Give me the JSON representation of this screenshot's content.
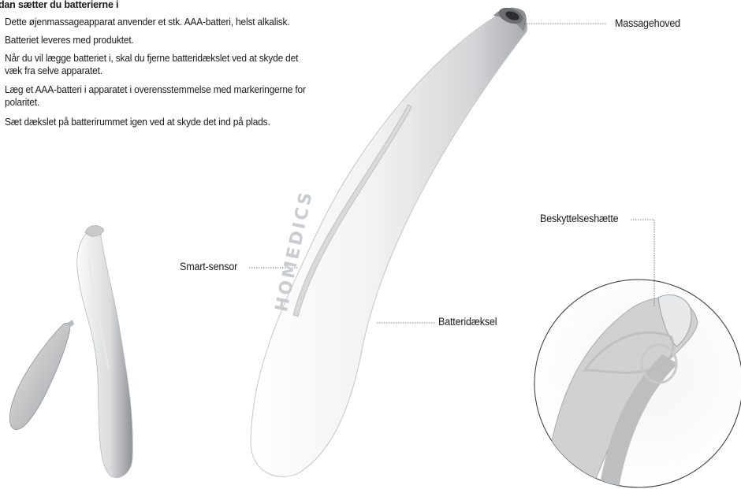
{
  "instructions": {
    "heading": "dan sætter du batterierne i",
    "steps": [
      "Dette øjenmassageapparat anvender et stk. AAA-batteri, helst alkalisk.",
      "Batteriet leveres med produktet.",
      "Når du vil lægge batteriet i, skal du fjerne batteridækslet ved at skyde det væk fra selve apparatet.",
      "Læg et AAA-batteri i apparatet i overensstemmelse med markeringerne for polaritet.",
      "Sæt dækslet på batterirummet igen ved at skyde det ind på plads."
    ]
  },
  "callouts": {
    "massage_head": "Massagehoved",
    "smart_sensor": "Smart-sensor",
    "battery_cover": "Batteridæksel",
    "protective_cap": "Beskyttelseshætte"
  },
  "device": {
    "brand": "HOMEDICS"
  },
  "colors": {
    "body_light": "#f2f3f4",
    "body_shadow": "#b9bcbf",
    "leader_line": "#555555",
    "text": "#1a1a1a"
  }
}
